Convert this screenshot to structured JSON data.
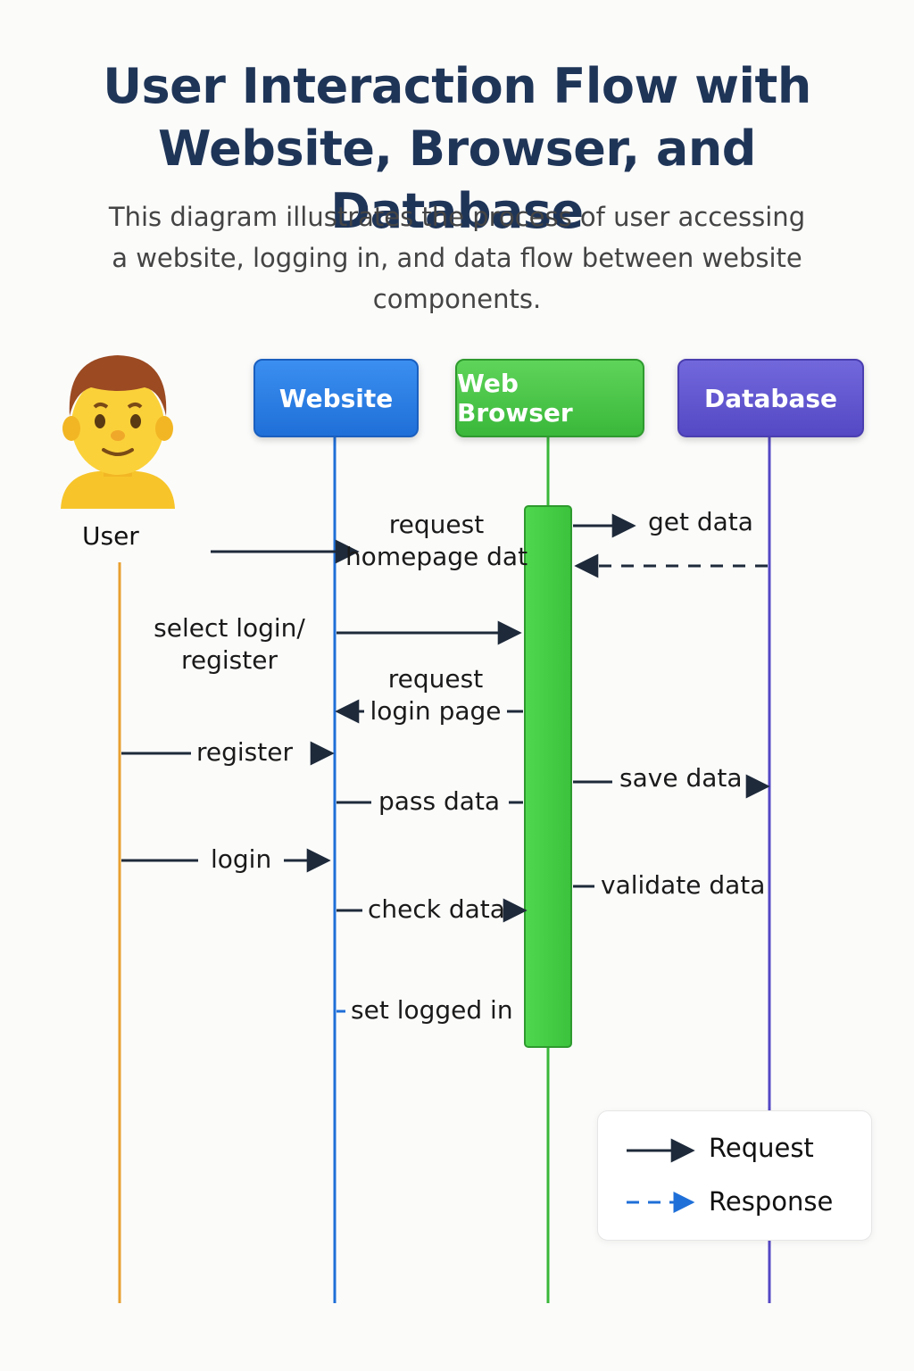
{
  "title": {
    "line1": "User Interaction Flow with",
    "line2": "Website, Browser, and Database"
  },
  "subtitle": {
    "line1": "This diagram illustrates the process of user accessing",
    "line2": "a website, logging in, and data flow between website",
    "line3": "components."
  },
  "participants": {
    "user": "User",
    "website": "Website",
    "browser": "Web Browser",
    "database": "Database"
  },
  "messages": {
    "request_homepage_line1": "request",
    "request_homepage_line2": "homepage dat",
    "get_data": "get data",
    "select_login_line1": "select login/",
    "select_login_line2": "register",
    "request_login_line1": "request",
    "request_login_line2": "login page",
    "register": "register",
    "save_data": "save data",
    "pass_data": "pass data",
    "login": "login",
    "validate_data": "validate data",
    "check_data": "check data",
    "set_logged_in": "set logged in"
  },
  "legend": {
    "request": "Request",
    "response": "Response"
  },
  "colors": {
    "title": "#1f3558",
    "website": "#1f6fd8",
    "browser": "#3ab83a",
    "database": "#5548c4",
    "user_lifeline": "#e8a030",
    "arrow": "#1e2a3a",
    "response_legend": "#1f6fd8"
  },
  "icons": {
    "user": "person-avatar-icon"
  }
}
